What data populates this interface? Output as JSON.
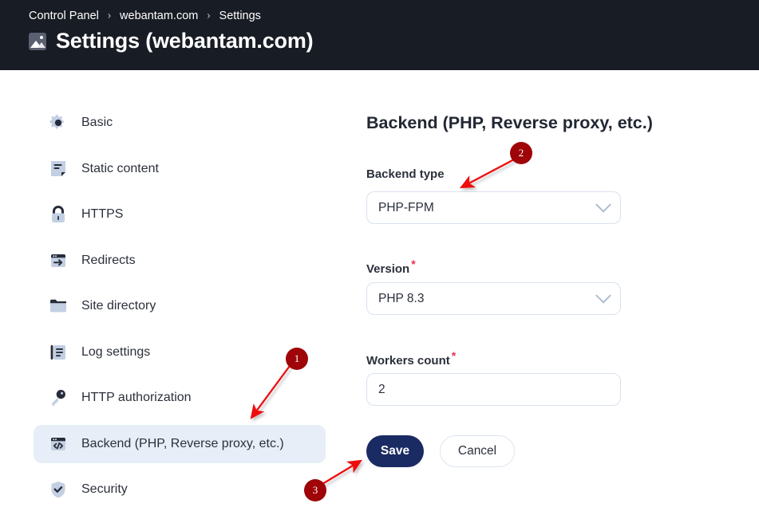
{
  "header": {
    "breadcrumb": [
      {
        "label": "Control Panel"
      },
      {
        "label": "webantam.com"
      },
      {
        "label": "Settings"
      }
    ],
    "separator": "›",
    "title": "Settings (webantam.com)",
    "title_icon": "broken-image-icon",
    "background_color": "#181c24"
  },
  "sidebar": {
    "items": [
      {
        "label": "Basic",
        "icon": "gear-icon",
        "selected": false
      },
      {
        "label": "Static content",
        "icon": "document-edit-icon",
        "selected": false
      },
      {
        "label": "HTTPS",
        "icon": "lock-icon",
        "selected": false
      },
      {
        "label": "Redirects",
        "icon": "redirect-arrow-icon",
        "selected": false
      },
      {
        "label": "Site directory",
        "icon": "folder-icon",
        "selected": false
      },
      {
        "label": "Log settings",
        "icon": "log-lines-icon",
        "selected": false
      },
      {
        "label": "HTTP authorization",
        "icon": "key-icon",
        "selected": false
      },
      {
        "label": "Backend (PHP, Reverse proxy, etc.)",
        "icon": "code-window-icon",
        "selected": true
      },
      {
        "label": "Security",
        "icon": "shield-check-icon",
        "selected": false
      }
    ],
    "selected_background": "#e8eef8"
  },
  "main": {
    "section_title": "Backend (PHP, Reverse proxy, etc.)",
    "fields": [
      {
        "label": "Backend type",
        "required": false,
        "value": "PHP-FPM",
        "type": "select"
      },
      {
        "label": "Version",
        "required": true,
        "value": "PHP 8.3",
        "type": "select"
      },
      {
        "label": "Workers count",
        "required": true,
        "value": "2",
        "type": "text"
      }
    ],
    "required_marker": "*",
    "save_label": "Save",
    "cancel_label": "Cancel",
    "save_color": "#1a2a62"
  },
  "annotations": {
    "color": "#9e0408",
    "arrow_color": "#ee1111",
    "markers": [
      {
        "number": "1",
        "target": "sidebar-item-backend"
      },
      {
        "number": "2",
        "target": "backend-type-select"
      },
      {
        "number": "3",
        "target": "save-button"
      }
    ]
  }
}
